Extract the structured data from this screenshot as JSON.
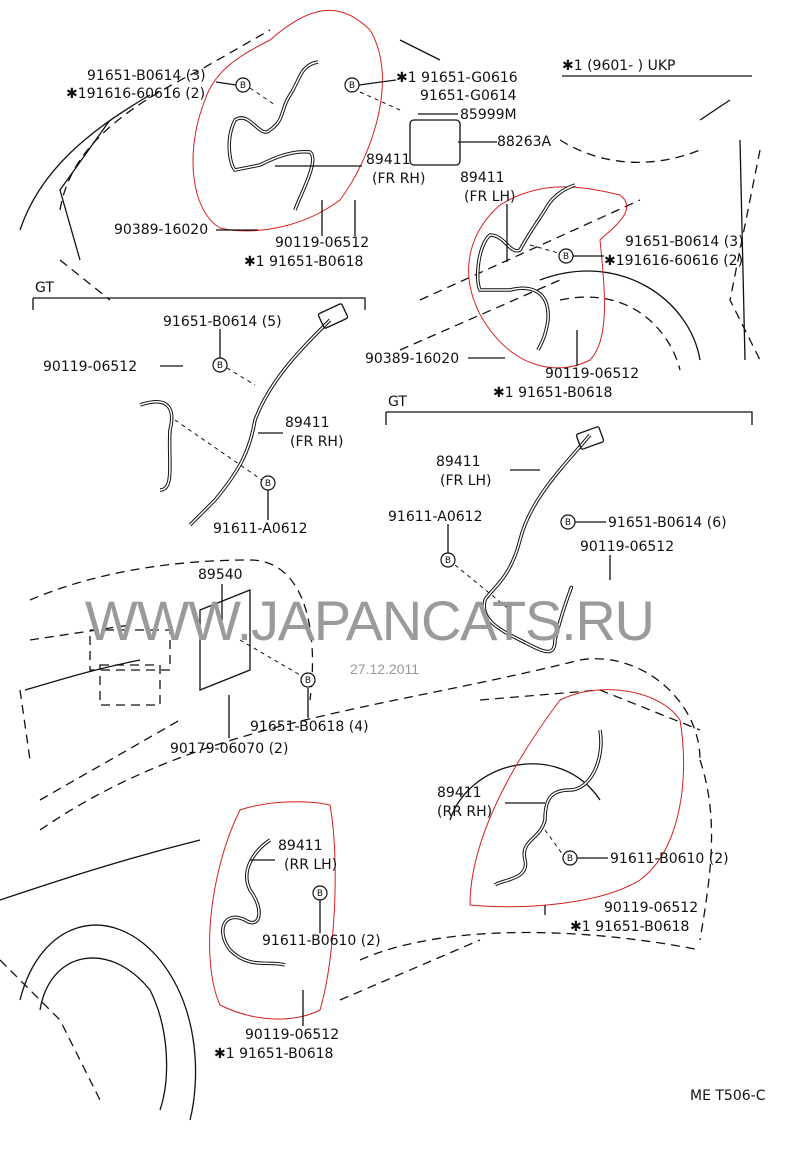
{
  "note_ukp": "✱1  (9601-      )  UKP",
  "group_gt": "GT",
  "watermark": "WWW.JAPANCATS.RU",
  "date": "27.12.2011",
  "figure_code": "ME T506-C",
  "bolt_symbol": "B",
  "front_rh": {
    "p1": "91651-B0614 (3)",
    "p2": "✱191616-60616 (2)",
    "p3": "✱1 91651-G0616",
    "p4": "91651-G0614",
    "p5": "85999M",
    "p6": "88263A",
    "sensor": "89411",
    "sensor_side": "(FR RH)",
    "p7": "90389-16020",
    "p8": "90119-06512",
    "p9": "✱1 91651-B0618"
  },
  "front_lh": {
    "sensor": "89411",
    "sensor_side": "(FR LH)",
    "p1": "91651-B0614 (3)",
    "p2": "✱191616-60616 (2)",
    "p3": "90389-16020",
    "p4": "90119-06512",
    "p5": "✱1 91651-B0618"
  },
  "gt_rh": {
    "p1": "91651-B0614 (5)",
    "p2": "90119-06512",
    "sensor": "89411",
    "sensor_side": "(FR RH)",
    "p3": "91611-A0612"
  },
  "gt_lh": {
    "sensor": "89411",
    "sensor_side": "(FR LH)",
    "p1": "91611-A0612",
    "p2": "91651-B0614 (6)",
    "p3": "90119-06512"
  },
  "ecu": {
    "part": "89540",
    "p1": "91651-B0618 (4)",
    "p2": "90179-06070 (2)"
  },
  "rear_rh": {
    "sensor": "89411",
    "sensor_side": "(RR RH)",
    "p1": "91611-B0610 (2)",
    "p2": "90119-06512",
    "p3": "✱1 91651-B0618"
  },
  "rear_lh": {
    "sensor": "89411",
    "sensor_side": "(RR LH)",
    "p1": "91611-B0610 (2)",
    "p2": "90119-06512",
    "p3": "✱1 91651-B0618"
  },
  "colors": {
    "ink": "#111111",
    "markup_red": "#d42020",
    "watermark": "#9a9a9a"
  }
}
